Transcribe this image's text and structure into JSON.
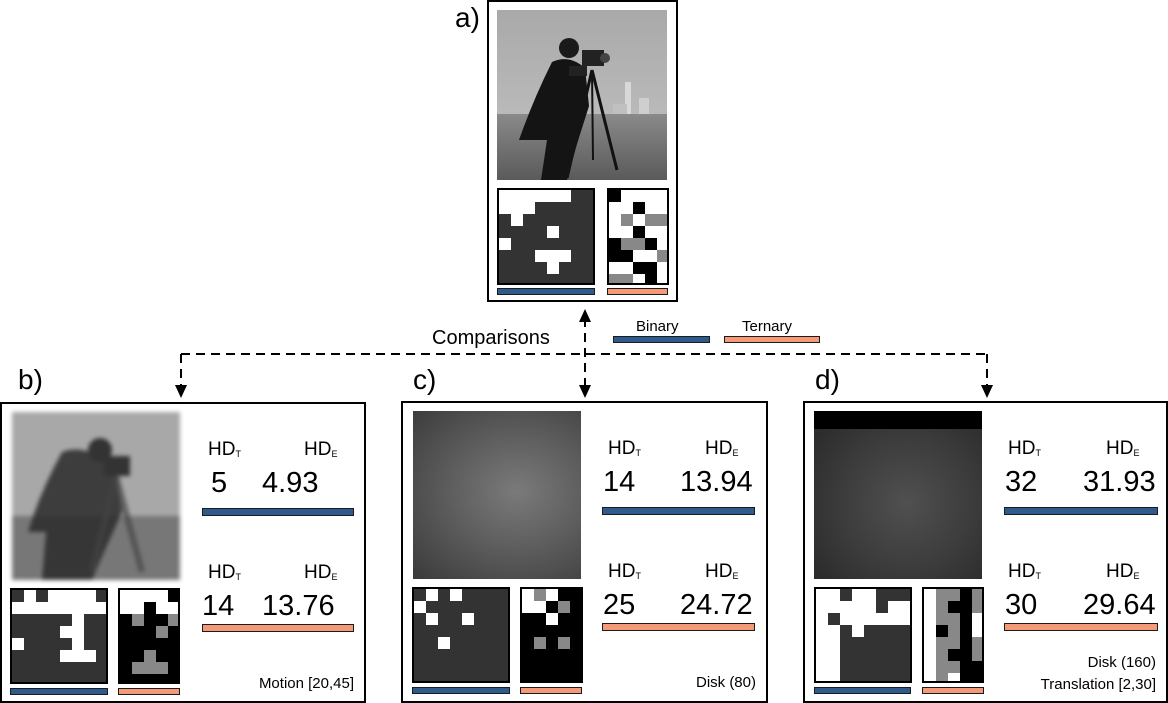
{
  "panels": {
    "a": {
      "label": "a)"
    },
    "b": {
      "label": "b)",
      "hd_t": "5",
      "hd_e": "4.93",
      "hd_t2": "14",
      "hd_e2": "13.76",
      "caption1": "Motion [20,45]",
      "caption2": ""
    },
    "c": {
      "label": "c)",
      "hd_t": "14",
      "hd_e": "13.94",
      "hd_t2": "25",
      "hd_e2": "24.72",
      "caption1": "Disk (80)",
      "caption2": ""
    },
    "d": {
      "label": "d)",
      "hd_t": "32",
      "hd_e": "31.93",
      "hd_t2": "30",
      "hd_e2": "29.64",
      "caption1": "Disk (160)",
      "caption2": "Translation [2,30]"
    }
  },
  "hd_labels": {
    "t": "HD",
    "t_sub": "T",
    "e": "HD",
    "e_sub": "E"
  },
  "comparisons_label": "Comparisons",
  "legend": {
    "binary": "Binary",
    "ternary": "Ternary"
  },
  "colors": {
    "binary": "#2e5a8c",
    "ternary": "#f39b79"
  }
}
